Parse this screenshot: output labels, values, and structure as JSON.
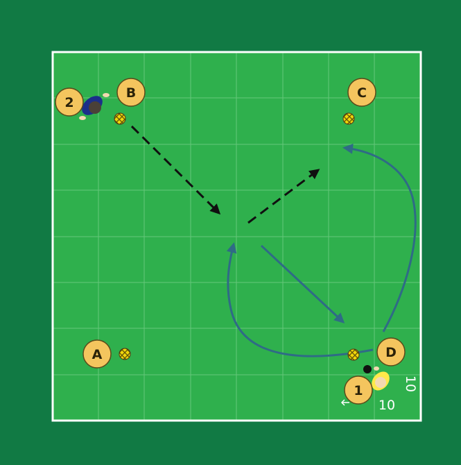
{
  "colors": {
    "outer_bg": "#117a44",
    "pitch": "#2fb04d",
    "grid_line": "#78cf8a",
    "boundary": "#ffffff",
    "marker_fill": "#f4c55e",
    "cone_fill": "#f2d70a",
    "pass_arrow": "#101010",
    "run_arrow": "#2f6b86",
    "player_blue": "#1b2f8a",
    "player_yellow": "#ffe94a"
  },
  "markers": [
    {
      "id": "a",
      "label": "A"
    },
    {
      "id": "b",
      "label": "B"
    },
    {
      "id": "c",
      "label": "C"
    },
    {
      "id": "d",
      "label": "D"
    }
  ],
  "players": [
    {
      "id": "p2",
      "number": "2",
      "team": "blue"
    },
    {
      "id": "p1",
      "number": "1",
      "team": "yellow"
    }
  ],
  "dimensions": {
    "width": "10",
    "height": "10"
  },
  "icons": {
    "cone": "cone-icon",
    "player": "player-icon",
    "pass": "pass-arrow-icon",
    "run": "run-arrow-icon"
  }
}
